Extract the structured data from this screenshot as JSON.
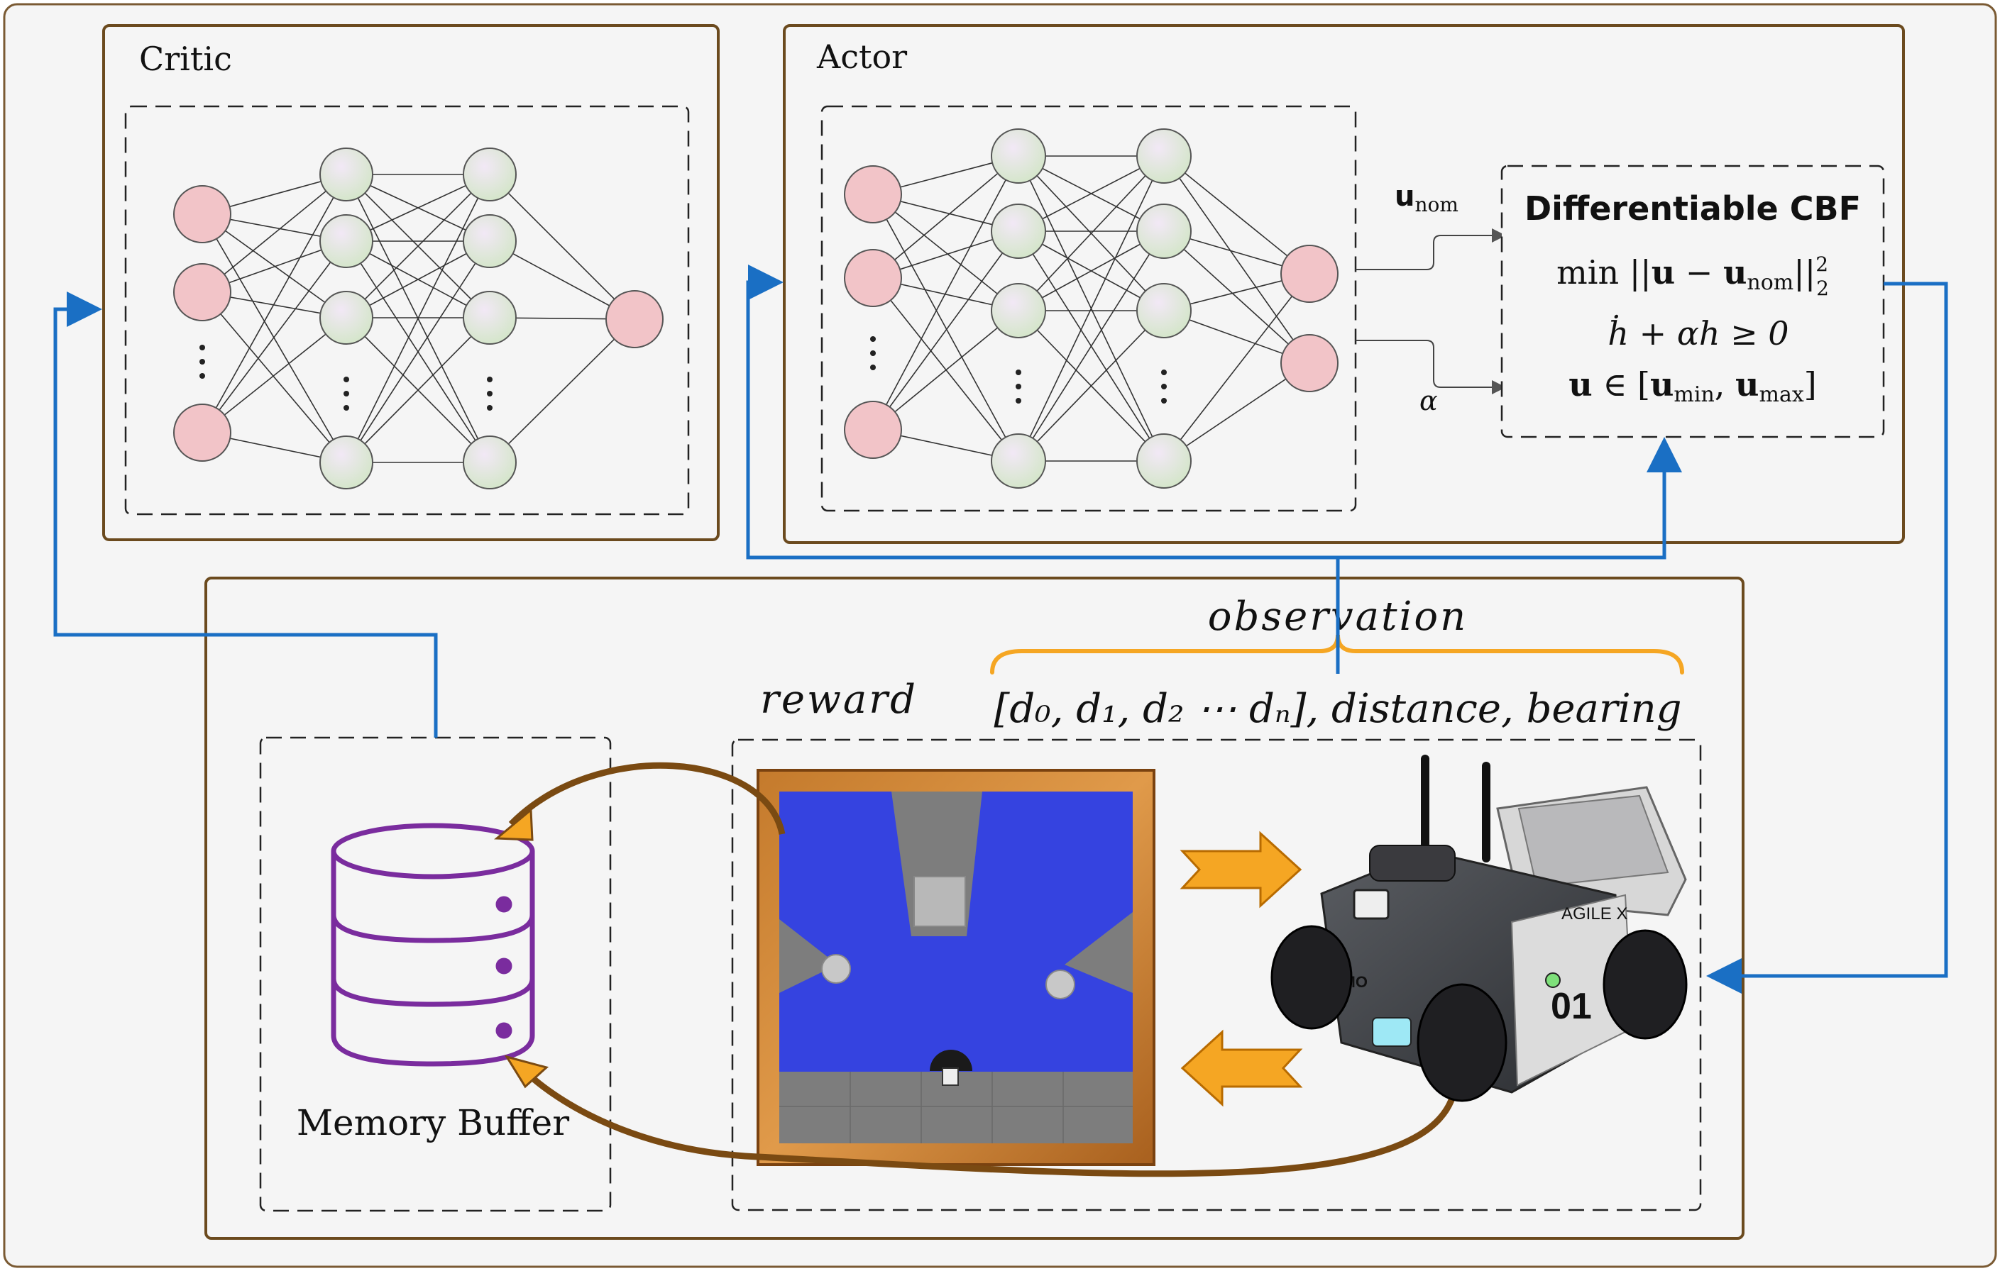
{
  "critic": {
    "title": "Critic"
  },
  "actor": {
    "title": "Actor",
    "output_u": "u",
    "output_u_sub": "nom",
    "output_alpha": "α"
  },
  "cbf": {
    "title": "Differentiable CBF",
    "objective_prefix": "min ||",
    "objective_u": "u",
    "objective_minus": " − ",
    "objective_unom": "u",
    "objective_unom_sub": "nom",
    "objective_close": "||",
    "objective_sup": "2",
    "objective_sub": "2",
    "constraint": "ḣ + αh ≥ 0",
    "bounds_u": "u",
    "bounds_in": " ∈ [",
    "bounds_umin": "u",
    "bounds_umin_sub": "min",
    "bounds_sep": ", ",
    "bounds_umax": "u",
    "bounds_umax_sub": "max",
    "bounds_close": "]"
  },
  "environment": {
    "observation_label": "observation",
    "observation_vector": "[d₀, d₁, d₂ ⋯ dₙ], distance, bearing",
    "reward_label": "reward",
    "memory_buffer_label": "Memory Buffer"
  },
  "robot": {
    "brand": "AGILE X",
    "model": "LIMO",
    "number": "01"
  },
  "colors": {
    "frame_border": "#6b4a1e",
    "arrow_blue": "#1a6fc4",
    "neuron_input": "#f2c4c8",
    "neuron_hidden": "#e4dcef",
    "memory_purple": "#7a2c9e",
    "orange_arrow": "#f5a623",
    "lidar_blue": "#2f3ee8"
  }
}
